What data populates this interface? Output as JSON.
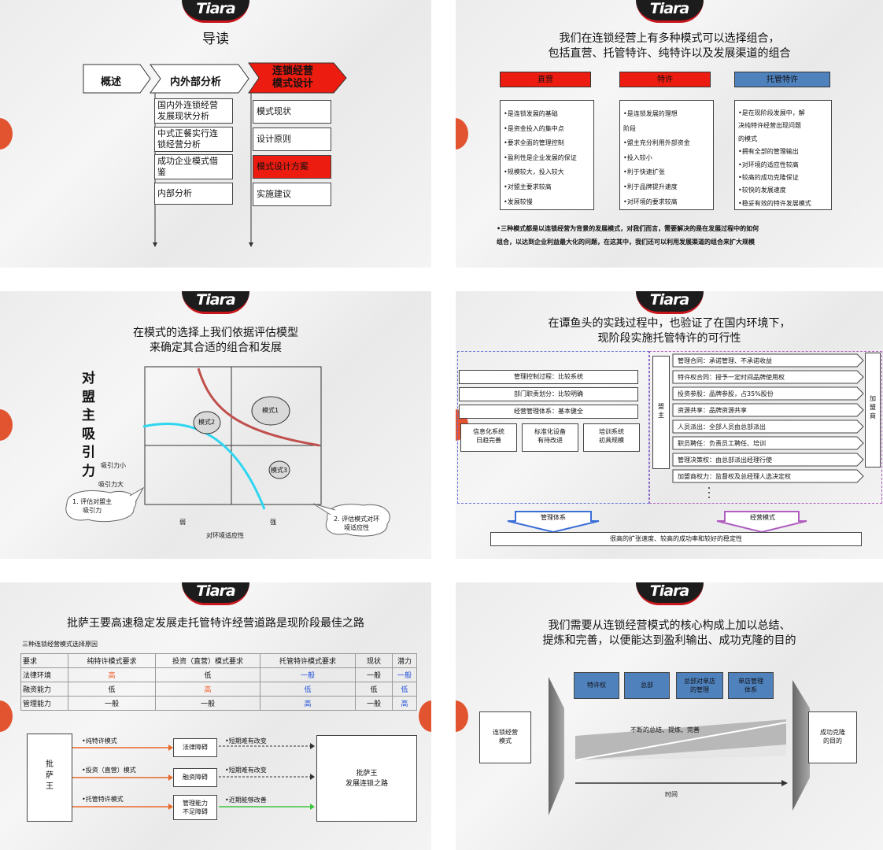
{
  "brand": "Tiara",
  "s1": {
    "title": "导读",
    "h1": "概述",
    "h2": "内外部分析",
    "h3": "连锁经营\n模式设计",
    "left_items": [
      "国内外连锁经营\n发展现状分析",
      "中式正餐实行连\n锁经营分析",
      "成功企业模式借\n鉴",
      "内部分析"
    ],
    "right_items": [
      "模式现状",
      "设计原则",
      "模式设计方案",
      "实施建议"
    ]
  },
  "s2": {
    "title": "我们在连锁经营上有多种模式可以选择组合，\n包括直营、托管特许、纯特许以及发展渠道的组合",
    "col1_head": "直营",
    "col2_head": "特许",
    "col3_head": "托管特许",
    "col1": [
      "•是连锁发展的基础",
      "•是资金投入的集中点",
      "•要求全面的管理控制",
      "•盈利性是企业发展的保证",
      "•规模较大，投入较大",
      "•对盟主要求较高",
      "•发展较慢"
    ],
    "col2": [
      "•是连锁发展的理想",
      "阶段",
      "•盟主充分利用外部资金",
      "•投入较小",
      "•利于快速扩张",
      "•利于品牌提升速度",
      "•对环境的要求较高"
    ],
    "col3": [
      "•是在现阶段发展中，解",
      "决纯特许经营出现问题",
      "的模式",
      "•拥有全部的管理输出",
      "•对环境的适应性较高",
      "•较高的成功克隆保证",
      "•较快的发展速度",
      "•稳妥有效的特许发展模式"
    ],
    "note": "•三种模式都是以连锁经营为背景的发展模式，对我们而言，需要解决的是在发展过程中的如何\n组合，以达到企业利益最大化的问题，在这其中，我们还可以利用发展渠道的组合来扩大规模"
  },
  "s3": {
    "title": "在模式的选择上我们依据评估模型\n来确定其合适的组合和发展",
    "yaxis": "对\n盟\n主\n吸\n引\n力",
    "small": "吸引力小",
    "large": "吸引力大",
    "m1": "模式1",
    "m2": "模式2",
    "m3": "模式3",
    "weak": "弱",
    "strong": "强",
    "xaxis": "对环境适应性",
    "callout1": "1. 评估对盟主\n吸引力",
    "callout2": "2. 评估模式对环\n境适应性"
  },
  "s4": {
    "title": "在谭鱼头的实践过程中，也验证了在国内环境下，\n现阶段实施托管特许的可行性",
    "left": [
      "管理控制过程：比较系统",
      "部门职责划分：比较明确",
      "经营管理体系：基本健全"
    ],
    "small": [
      "信息化系统\n日趋完善",
      "标准化设备\n有待改进",
      "培训系统\n初具规模"
    ],
    "mengzhu": "盟\n主",
    "right": [
      "管理合同：承诺管理、不承诺收益",
      "特许权合同：授予一定时间品牌使用权",
      "投资参股：品牌参股，占35%股份",
      "资源共享：品牌资源共享",
      "人员派出：全部人员由总部派出",
      "职员聘任：负责员工聘任、培训",
      "管理决策权：由总部派出经理行使",
      "加盟商权力：监督权及总经理人选决定权"
    ],
    "franchisee": "加\n盟\n商",
    "arrow1": "管理体系",
    "arrow2": "经营模式",
    "bottom": "很高的扩张速度、较高的成功率和较好的稳定性"
  },
  "s5": {
    "title": "批萨王要高速稳定发展走托管特许经营道路是现阶段最佳之路",
    "subtitle": "三种连锁经营模式选择原因",
    "header": [
      "要求",
      "纯特许模式要求",
      "投资（直营）模式要求",
      "托管特许模式要求",
      "现状",
      "潜力"
    ],
    "rows": [
      [
        "法律环境",
        "高",
        "低",
        "一般",
        "一般",
        "一般"
      ],
      [
        "融资能力",
        "低",
        "高",
        "低",
        "低",
        "低"
      ],
      [
        "管理能力",
        "一般",
        "一般",
        "高",
        "一般",
        "高"
      ]
    ],
    "left_box": "批\n萨\n王",
    "modes": [
      "•纯特许模式",
      "•投资（直营）模式",
      "•托管特许模式"
    ],
    "barriers": [
      "法律障碍",
      "融资障碍",
      "管理能力\n不足障碍"
    ],
    "outcomes": [
      "•短期难有改变",
      "•短期难有改变",
      "•近期能够改善"
    ],
    "result": "批萨王\n发展连锁之路"
  },
  "s6": {
    "title": "我们需要从连锁经营模式的核心构成上加以总结、\n提炼和完善，以便能达到盈利输出、成功克隆的目的",
    "left": "连锁经营\n模式",
    "tops": [
      "特许权",
      "总部",
      "总部对单店\n的管理",
      "单店管理\n体系"
    ],
    "mid": "不断的总结、提炼、完善",
    "time": "时间",
    "right": "成功克隆\n的目的"
  },
  "colors": {
    "red": "#e8261b",
    "blue": "#4f81bd",
    "accent": "#e2542f"
  }
}
